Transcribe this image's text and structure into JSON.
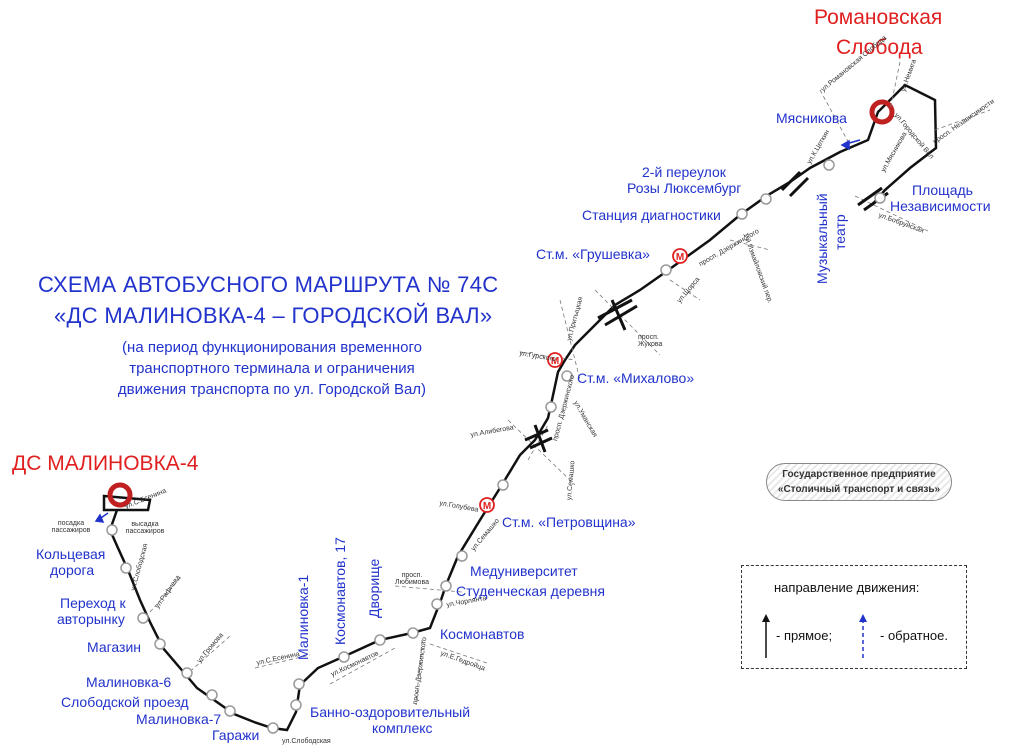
{
  "title": {
    "line1": "СХЕМА АВТОБУСНОГО МАРШРУТА № 74С",
    "line2": "«ДС МАЛИНОВКА-4 – ГОРОДСКОЙ ВАЛ»",
    "sub1": "(на период функционирования временного",
    "sub2": "транспортного терминала и ограничения",
    "sub3": "движения транспорта по ул. Городской Вал)"
  },
  "terminals": {
    "start": "ДС МАЛИНОВКА-4",
    "end_line1": "Романовская",
    "end_line2": "Слобода"
  },
  "stops": {
    "koltsevaya1": "Кольцевая",
    "koltsevaya2": "дорога",
    "perekhod1": "Переход к",
    "perekhod2": "авторынку",
    "magazin": "Магазин",
    "malinovka6": "Малиновка-6",
    "slobodskoy": "Слободской проезд",
    "malinovka7": "Малиновка-7",
    "garazhi": "Гаражи",
    "malinovka1": "Малиновка-1",
    "kosmonavtov17": "Космонавтов, 17",
    "dvorishche": "Дворище",
    "banno1": "Банно-оздоровительный",
    "banno2": "комплекс",
    "kosmonavtov": "Космонавтов",
    "studencheskaya": "Студенческая деревня",
    "meduniversitet": "Медуниверситет",
    "petrovshchina": "Ст.м. «Петровщина»",
    "mikhalovo": "Ст.м. «Михалово»",
    "grushevka": "Ст.м. «Грушевка»",
    "stantsiya": "Станция диагностики",
    "rosa1": "2-й переулок",
    "rosa2": "Розы Люксембург",
    "myasnikova": "Мясникова",
    "muz1": "Музыкальный",
    "muz2": "театр",
    "ploshchad1": "Площадь",
    "ploshchad2": "Независимости"
  },
  "streets": {
    "esenina1": "ул.С.Есенина",
    "posadka": "посадка пассажиров",
    "vysadka": "высадка пассажиров",
    "slobodskaya1": "ул.Слободская",
    "rafieva": "ул.Рафиева",
    "gromova": "ул.Громова",
    "esenina2": "ул.С.Есенина",
    "kosmonavtov_st": "ул.Космонавтов",
    "slobodskaya2": "ул.Слободская",
    "lyubimova": "просп. Любимова",
    "chernyshevskogo": "ул.Чорлянта",
    "gedroitsa": "ул.Е.Гедройца",
    "dzerzhinskogo1": "просп. Дзержинского",
    "golubeva": "ул.Голубева",
    "semashko1": "ул.Семашко",
    "semashko2": "ул.Семашко",
    "alibegova": "ул.Алибегова",
    "umanskaya": "ул.Уманская",
    "dzerzhinskogo2": "просп. Дзержинского",
    "gurskogo": "ул.Гурского",
    "pritytskogo": "ул.Притыцкая",
    "zhukova": "просп. Жукова",
    "shchorsa": "ул.Щорса",
    "dzerzhinskogo3": "просп. Дзержинского",
    "pereulok": "1-й Измайловский пер.",
    "romanovskaya": "ул.Романовская Слобода",
    "nemiga": "ул.Немига",
    "gorodskoy_val": "ул.Городской Вал",
    "nezavisimosti": "просп. Независимости",
    "kletskina": "ул.К.Цеткин",
    "myasnikova_st": "ул.Мясникова",
    "bobruyskaya": "ул.Бобруйская"
  },
  "agency": {
    "line1": "Государственное предприятие",
    "line2": "«Столичный транспорт и связь»"
  },
  "legend": {
    "title": "направление движения:",
    "forward": "- прямое;",
    "reverse": "- обратное."
  },
  "metro_symbol": "М",
  "colors": {
    "route": "#111111",
    "stop_text": "#2233cc",
    "terminal": "#e02020",
    "metro": "#e02020",
    "reverse_arrow": "#2233cc"
  }
}
